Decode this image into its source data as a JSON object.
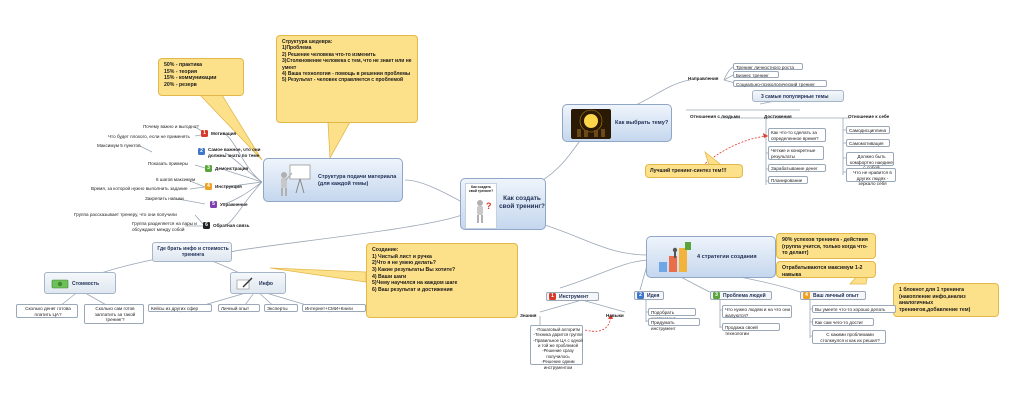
{
  "center": {
    "title": "Как создать свой тренинг?",
    "image_caption": "Как создать свой тренинг?"
  },
  "choose": {
    "title": "Как выбрать тему?",
    "directions_label": "Направления",
    "directions": [
      "Тренинг личностного роста",
      "Бизнес тренинг",
      "Социально-психологический тренинг"
    ],
    "top3_title": "3 самые популярные темы",
    "col_people": "Отношения с людьми",
    "col_achieve": "Достижения",
    "col_self": "Отношение к себе",
    "achieve_items": [
      "Как что-то сделать за определенное время?",
      "Четкие и конкретные результаты",
      "Зарабатывание денег",
      "Планирование"
    ],
    "self_items": [
      "Самодисциплина",
      "Самомотивация",
      "Должно быть комфортно наедине с собой",
      "Что не нравится в других людях - зеркало себя"
    ],
    "best": "Лучший тренинг-синтез тем!!!"
  },
  "strategies": {
    "title": "4 стратегии создания",
    "callout_1": "90% успехов тренинга - действия (группа учится, только когда что-то делает)",
    "callout_2": "Отрабатываются максимум 1-2 навыка",
    "callout_3": "1 блокнот для 1 тренинга (накопление инфо,анализ аналогичных тренингов,добавление тем)",
    "tool": {
      "num": "1",
      "title": "Инструмент",
      "knowledge": "Знания",
      "skills": "Навыки",
      "list": "-Пошаговый алгоритм\n-Техника дарится группе\n-Правильное ЦА с одной и той же проблемой\n-Решение сразу получилось\n-Решение одним инструментом"
    },
    "idea": {
      "num": "2",
      "title": "Идея",
      "items": [
        "Подобрать инструмент",
        "Придумать инструмент"
      ]
    },
    "problem": {
      "num": "3",
      "title": "Проблема людей",
      "items": [
        "Что нужно людям и на что они жалуются?",
        "Продажа своей технологии"
      ]
    },
    "personal": {
      "num": "4",
      "title": "Ваш личный опыт",
      "items": [
        "Вы умеете что-то хорошо делать",
        "Как сам чего-то достиг",
        "С какими проблемами столкнулся и как их решил?"
      ]
    }
  },
  "structure": {
    "title": "Структура подачи материала (для каждой темы)",
    "callout_ratio": "50% - практика\n15% - теория\n15% - коммуникации\n20% - резерв",
    "callout_masterpiece": "Структура шедевра:\n1)Проблема\n2) Решение человека что-то изменить\n3)Столкновение человека с тем, что не знает или не умеет\n4) Ваша технология - помощь в решении проблемы\n5) Результат - человек справляется с проблемой",
    "motivation": {
      "num": "1",
      "label": "Мотивация",
      "items": [
        "Почему важно и выгодно?",
        "Что будет плохого, если не применять"
      ]
    },
    "important": {
      "num": "2",
      "label": "Самое важное, что они должны знать по теме",
      "items": [
        "Максимум 5 пунктов"
      ]
    },
    "demo": {
      "num": "3",
      "label": "Демонстрация",
      "items": [
        "Показать примеры"
      ]
    },
    "instruction": {
      "num": "4",
      "label": "Инструкция",
      "items": [
        "6 шагов максимум",
        "Время, за которой нужно выполнить задание"
      ]
    },
    "exercise": {
      "num": "5",
      "label": "Упражнение",
      "items": [
        "Закрепить навыки"
      ]
    },
    "feedback": {
      "num": "6",
      "label": "Обратная связь",
      "items": [
        "Группа рассказывает тренеру, что они получили",
        "Группа разделяется на пары и обсуждают между собой"
      ]
    }
  },
  "info": {
    "title": "Где брать инфо и стоимость тренинга",
    "creation": "Создание:\n1) Чистый лист и ручка\n2)Что я не умею делать?\n3) Какие результаты Вы хотите?\n4) Ваши шаги\n5)Чему научился на каждом шаге\n6) Ваш результат и достижения",
    "cost": {
      "title": "Стоимость",
      "items": [
        "Сколько денег готова платить ЦА?",
        "Сколько сам готов заплатить за такой тренинг?"
      ]
    },
    "inf": {
      "title": "Инфо",
      "items": [
        "Кейсы из других сфер",
        "Личный опыт",
        "Эксперты",
        "Интернет+СМИ+Книги"
      ]
    }
  },
  "colors": {
    "red": "#d83b2b",
    "blue": "#3e76c9",
    "green": "#5aa53a",
    "orange": "#f0a020",
    "purple": "#7b3fb0",
    "black": "#222222"
  }
}
